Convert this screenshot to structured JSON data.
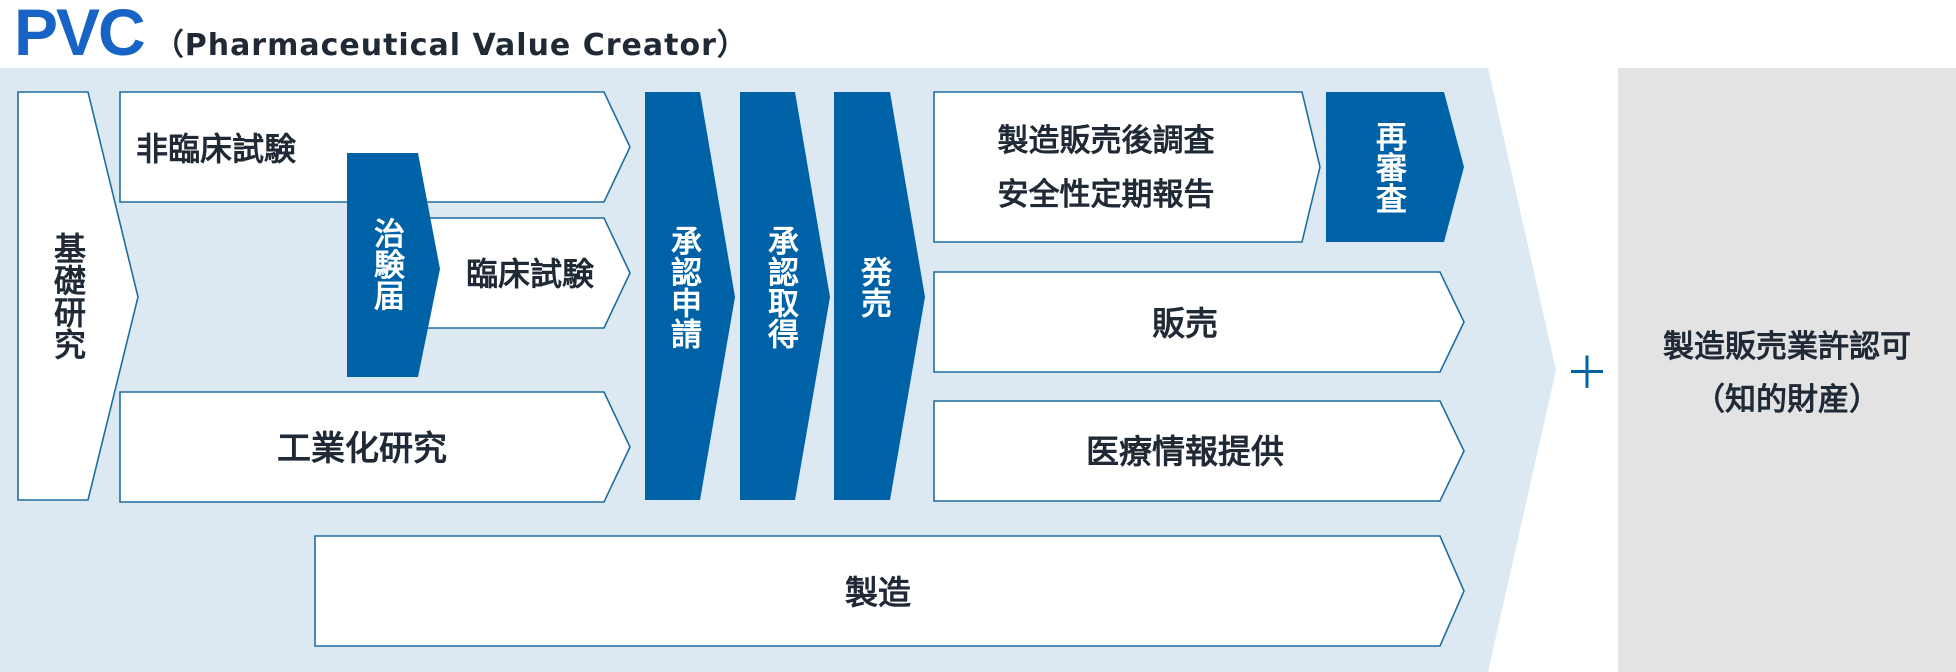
{
  "title": {
    "main": "PVC",
    "sub": "（Pharmaceutical Value Creator）"
  },
  "stages": {
    "basic_research": "基礎研究",
    "nonclinical": "非臨床試験",
    "ctn": "治験届",
    "clinical": "臨床試験",
    "industrial": "工業化研究",
    "approval_application": "承認申請",
    "approval_acquisition": "承認取得",
    "launch": "発売",
    "post_marketing": [
      "製造販売後調査",
      "安全性定期報告"
    ],
    "reexamination": "再審査",
    "sales": "販売",
    "medical_info": "医療情報提供",
    "manufacturing": "製造"
  },
  "plus": "＋",
  "license": [
    "製造販売業許認可",
    "（知的財産）"
  ],
  "colors": {
    "accent_blue": "#0062a6",
    "title_blue": "#1763c6",
    "panel_light_blue": "#dce9f3",
    "license_gray": "#e3e3e3",
    "outline": "#1f6e9e"
  }
}
